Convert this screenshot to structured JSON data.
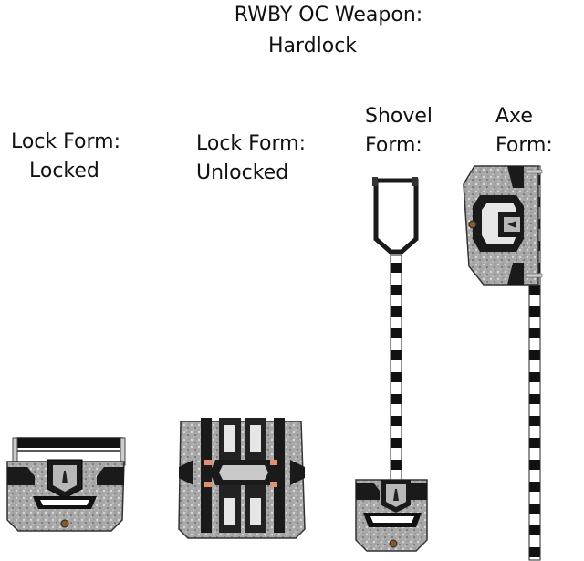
{
  "title": {
    "line1": "RWBY OC Weapon:",
    "line2": "Hardlock"
  },
  "forms": [
    {
      "line1": "Lock Form:",
      "line2": "Locked"
    },
    {
      "line1": "Lock Form:",
      "line2": "Unlocked"
    },
    {
      "line1": "Shovel",
      "line2": "Form:"
    },
    {
      "line1": "Axe",
      "line2": "Form:"
    }
  ],
  "colors": {
    "metal": "#a9a9a9",
    "dark": "#1a1a1a",
    "accent": "#e09070",
    "brass": "#8a5a2a"
  }
}
